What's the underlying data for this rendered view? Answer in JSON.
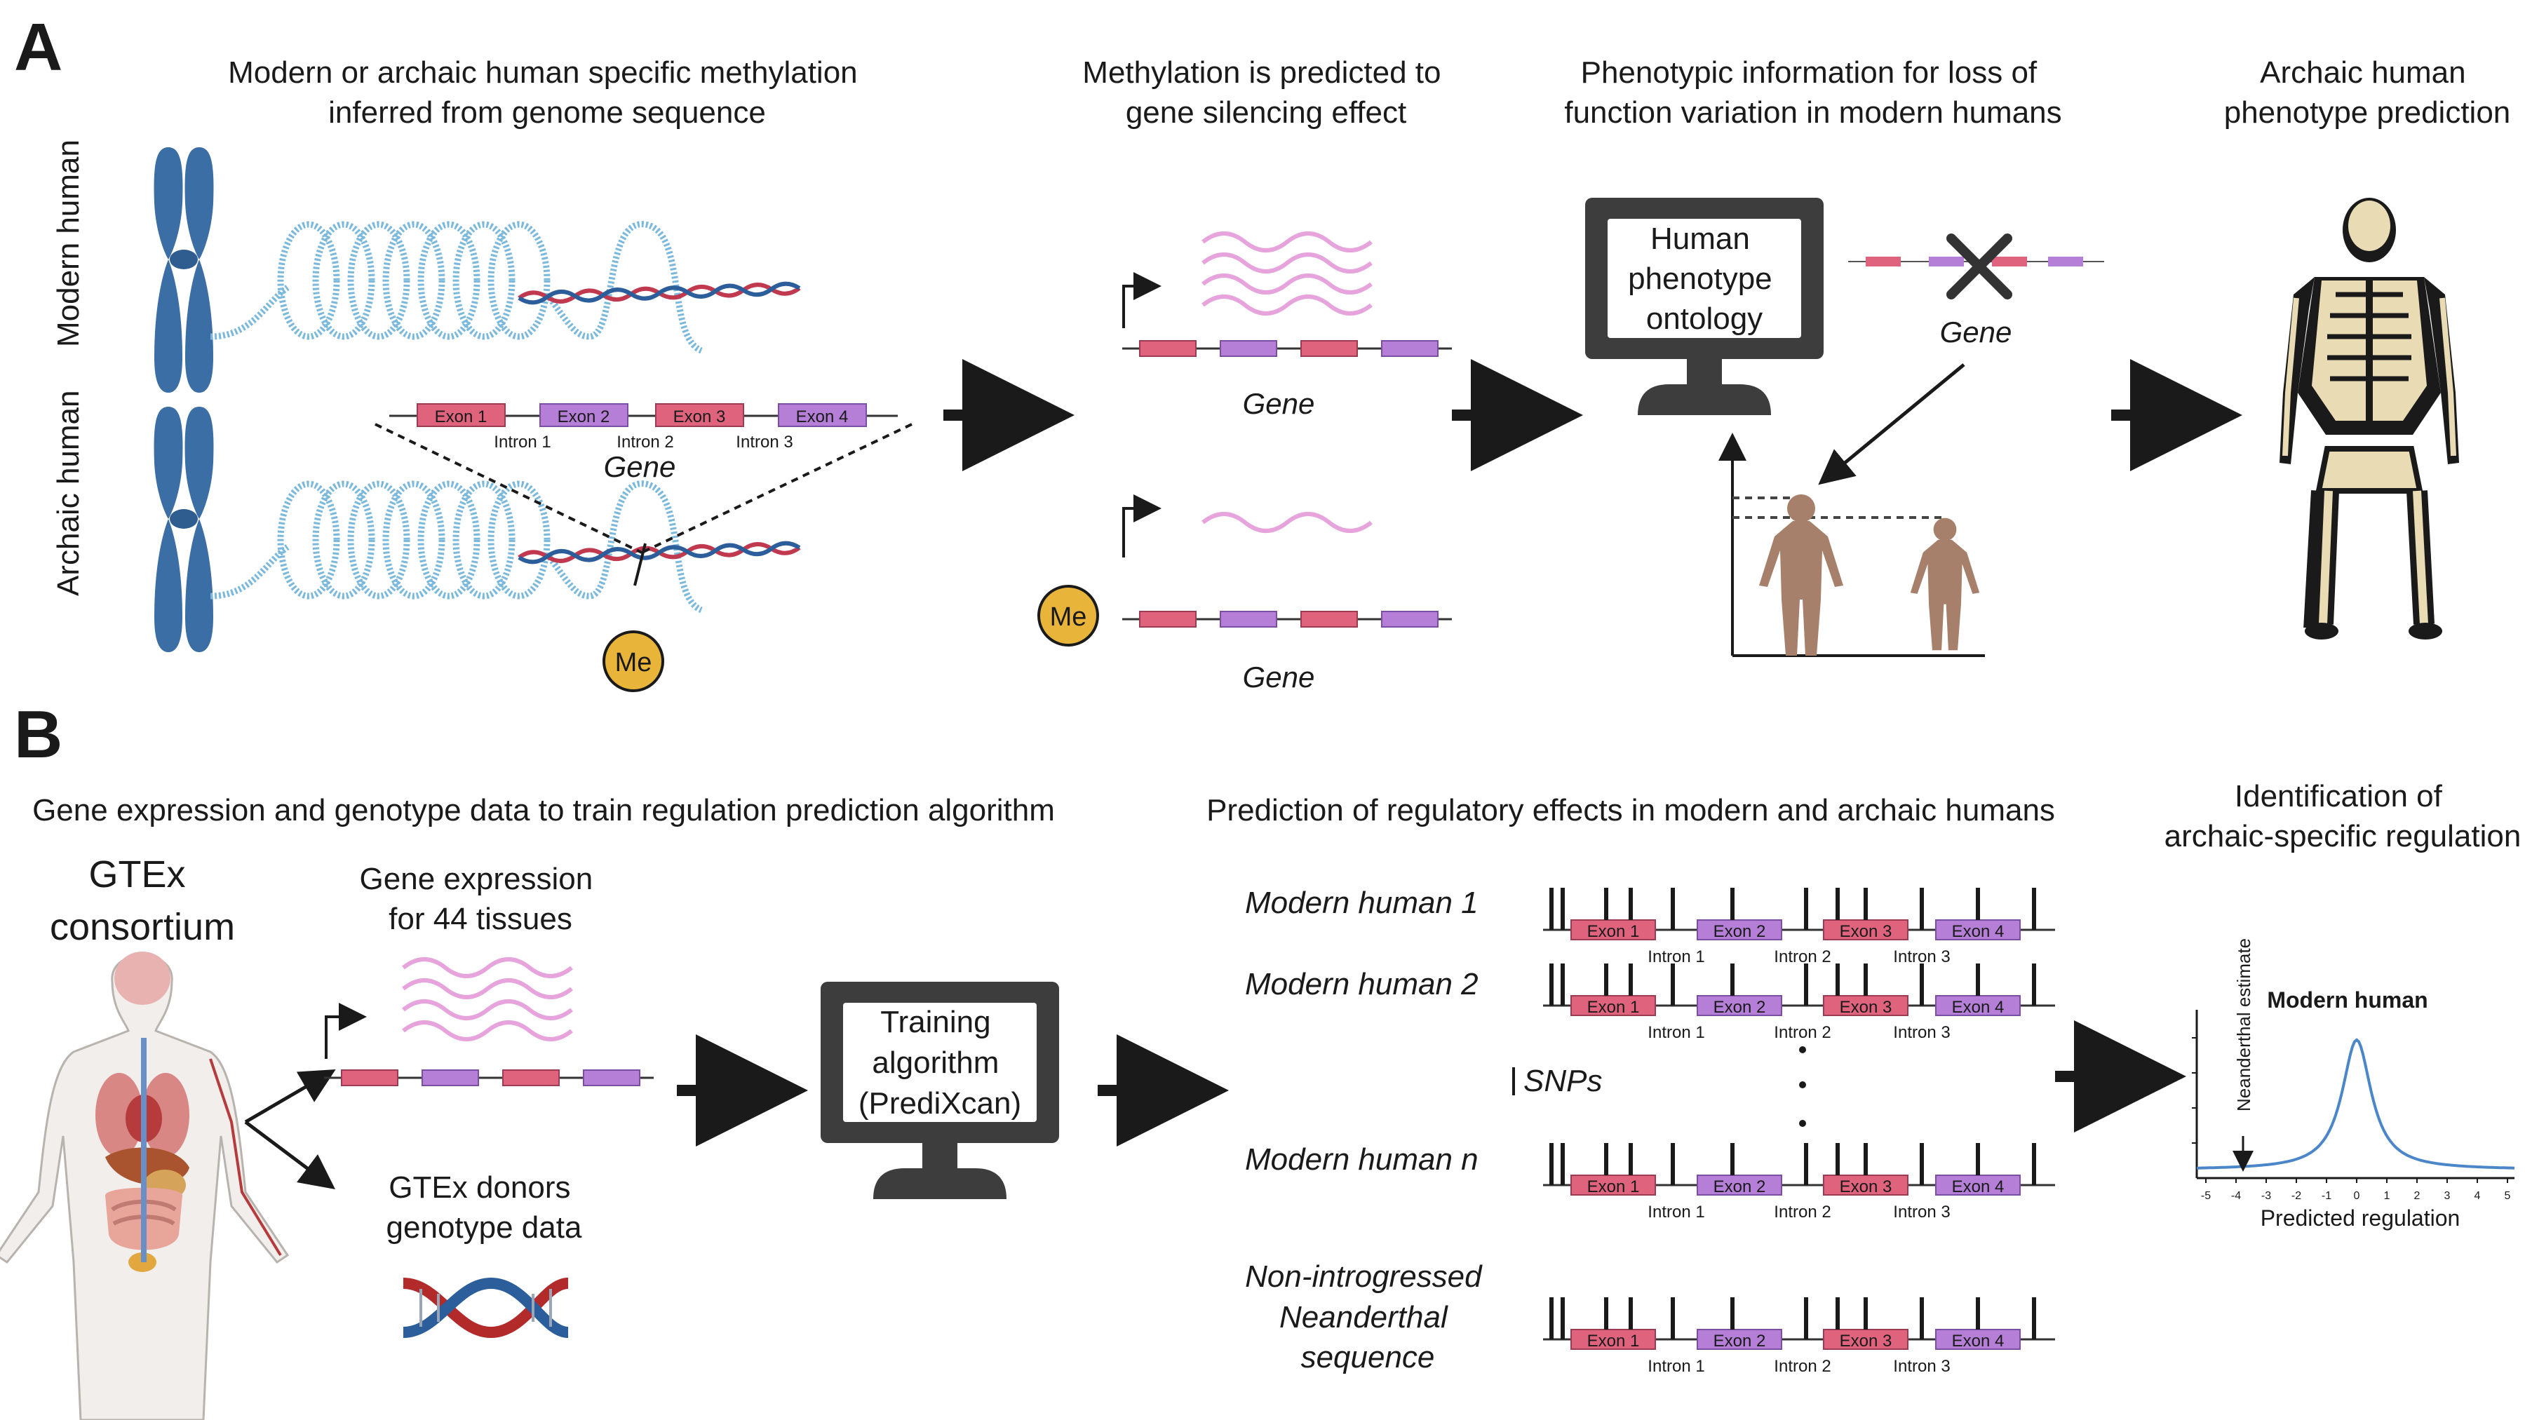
{
  "panel_a": {
    "letter": "A",
    "step1_title": [
      "Modern or archaic human specific methylation",
      "inferred from genome sequence"
    ],
    "step2_title": [
      "Methylation is predicted to",
      "gene silencing effect"
    ],
    "step3_title": [
      "Phenotypic information for loss of",
      "function variation in modern humans"
    ],
    "step4_title": [
      "Archaic human",
      "phenotype prediction"
    ],
    "row_label_modern": "Modern human",
    "row_label_archaic": "Archaic human",
    "exons": [
      "Exon 1",
      "Exon 2",
      "Exon 3",
      "Exon 4"
    ],
    "introns": [
      "Intron 1",
      "Intron 2",
      "Intron 3"
    ],
    "gene_label": "Gene",
    "me_label": "Me",
    "monitor_text": [
      "Human",
      "phenotype",
      "ontology"
    ]
  },
  "panel_b": {
    "letter": "B",
    "step1_title": "Gene expression and genotype data to train regulation prediction algorithm",
    "step2_title": "Prediction of regulatory effects in modern and archaic humans",
    "step3_title": [
      "Identification of",
      "archaic-specific regulation"
    ],
    "gtex_label": [
      "GTEx",
      "consortium"
    ],
    "gene_expr_label": [
      "Gene expression",
      "for 44 tissues"
    ],
    "donors_label": [
      "GTEx donors",
      "genotype data"
    ],
    "monitor_text": [
      "Training",
      "algorithm",
      "(PrediXcan)"
    ],
    "rows": [
      "Modern human 1",
      "Modern human 2",
      "Modern human n"
    ],
    "neander_label": [
      "Non-introgressed",
      "Neanderthal",
      "sequence"
    ],
    "snps_label": "SNPs",
    "exons": [
      "Exon 1",
      "Exon 2",
      "Exon 3",
      "Exon 4"
    ],
    "introns": [
      "Intron 1",
      "Intron 2",
      "Intron 3"
    ],
    "plot": {
      "curve_label": "Modern human",
      "arrow_label": "Neanderthal estimate",
      "xlabel": "Predicted regulation",
      "xticks": [
        "-5",
        "-4",
        "-3",
        "-2",
        "-1",
        "0",
        "1",
        "2",
        "3",
        "4",
        "5"
      ]
    }
  },
  "colors": {
    "exon_pink": "#e0637e",
    "exon_purple": "#b57fd8",
    "wave": "#e6a3dc",
    "chromosome": "#3a6ea5",
    "coil": "#7ab8dc",
    "me_fill": "#e8b53a",
    "curve": "#4a86c8",
    "monitor": "#3d3d3d",
    "skin": "#a7806c"
  }
}
